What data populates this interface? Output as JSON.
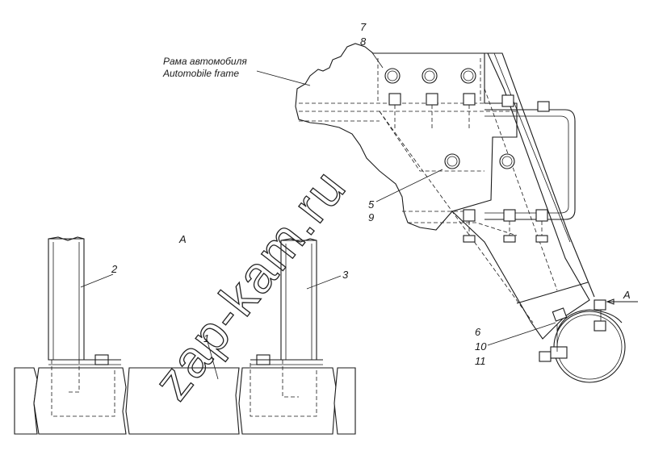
{
  "labels": {
    "frame_ru": "Рама автомобиля",
    "frame_en": "Automobile frame",
    "view_a_left": "A",
    "view_a_right": "A",
    "part_1": "1",
    "part_2": "2",
    "part_3": "3",
    "part_5": "5",
    "part_6": "6",
    "part_7": "7",
    "part_8": "8",
    "part_9": "9",
    "part_10": "10",
    "part_11": "11"
  },
  "watermark": {
    "text": "zap-kam.ru"
  }
}
